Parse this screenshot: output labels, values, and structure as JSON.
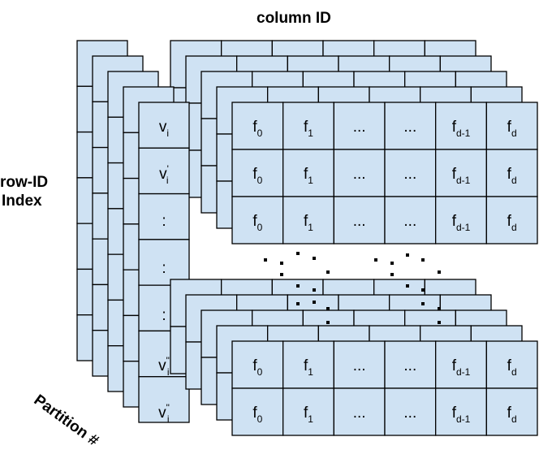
{
  "title": "column ID",
  "row_axis_label": [
    "row-ID",
    "Index"
  ],
  "partition_label": "Partition #",
  "colors": {
    "cell_fill": "#cfe2f3",
    "stroke": "#000000"
  },
  "front_rows": [
    {
      "vertex": "v",
      "vertex_sub": "i",
      "vertex_sup": "",
      "features": [
        [
          "f",
          "0"
        ],
        [
          "f",
          "1"
        ],
        [
          "...",
          ""
        ],
        [
          "...",
          ""
        ],
        [
          "f",
          "d-1"
        ],
        [
          "f",
          "d"
        ]
      ]
    },
    {
      "vertex": "v",
      "vertex_sub": "i",
      "vertex_sup": "'",
      "features": [
        [
          "f",
          "0"
        ],
        [
          "f",
          "1"
        ],
        [
          "...",
          ""
        ],
        [
          "...",
          ""
        ],
        [
          "f",
          "d-1"
        ],
        [
          "f",
          "d"
        ]
      ]
    },
    {
      "vertex": "",
      "vertex_sub": "",
      "vertex_sup": "",
      "vertex_text": ":",
      "features": [
        [
          "f",
          "0"
        ],
        [
          "f",
          "1"
        ],
        [
          "...",
          ""
        ],
        [
          "...",
          ""
        ],
        [
          "f",
          "d-1"
        ],
        [
          "f",
          "d"
        ]
      ]
    }
  ],
  "middle_rows": [
    ":",
    ":"
  ],
  "bottom_rows": [
    {
      "vertex": "v",
      "vertex_sub": "i",
      "vertex_sup": "\"",
      "features": [
        [
          "f",
          "0"
        ],
        [
          "f",
          "1"
        ],
        [
          "...",
          ""
        ],
        [
          "...",
          ""
        ],
        [
          "f",
          "d-1"
        ],
        [
          "f",
          "d"
        ]
      ]
    },
    {
      "vertex": "v",
      "vertex_sub": "i",
      "vertex_sup": "\"",
      "features": [
        [
          "f",
          "0"
        ],
        [
          "f",
          "1"
        ],
        [
          "...",
          ""
        ],
        [
          "...",
          ""
        ],
        [
          "f",
          "d-1"
        ],
        [
          "f",
          "d"
        ]
      ]
    }
  ],
  "mid_vertex_label": ":"
}
